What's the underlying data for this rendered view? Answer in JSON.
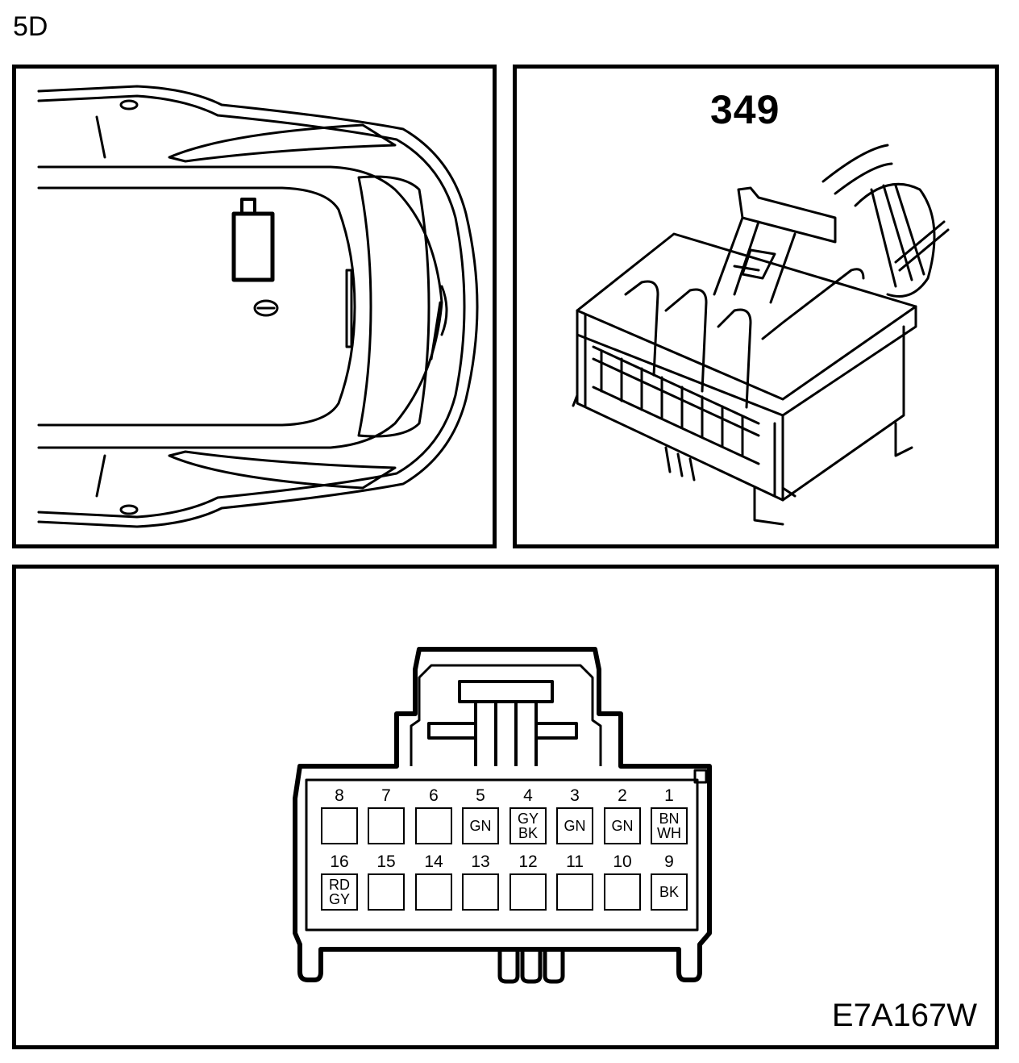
{
  "page_label": "5D",
  "connector": {
    "number": "349",
    "figure_code": "E7A167W"
  },
  "pins": [
    {
      "number": "1",
      "colors": [
        "BN",
        "WH"
      ]
    },
    {
      "number": "2",
      "colors": [
        "GN"
      ]
    },
    {
      "number": "3",
      "colors": [
        "GN"
      ]
    },
    {
      "number": "4",
      "colors": [
        "GY",
        "BK"
      ]
    },
    {
      "number": "5",
      "colors": [
        "GN"
      ]
    },
    {
      "number": "6",
      "colors": []
    },
    {
      "number": "7",
      "colors": []
    },
    {
      "number": "8",
      "colors": []
    },
    {
      "number": "9",
      "colors": [
        "BK"
      ]
    },
    {
      "number": "10",
      "colors": []
    },
    {
      "number": "11",
      "colors": []
    },
    {
      "number": "12",
      "colors": []
    },
    {
      "number": "13",
      "colors": []
    },
    {
      "number": "14",
      "colors": []
    },
    {
      "number": "15",
      "colors": []
    },
    {
      "number": "16",
      "colors": [
        "RD",
        "GY"
      ]
    }
  ]
}
